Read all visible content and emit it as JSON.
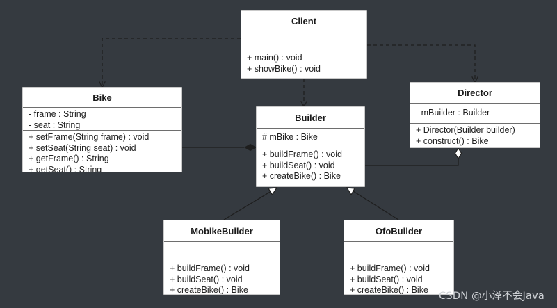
{
  "classes": {
    "client": {
      "name": "Client",
      "fields": [],
      "methods": [
        "+ main() : void",
        "+ showBike() : void"
      ]
    },
    "bike": {
      "name": "Bike",
      "fields": [
        "- frame : String",
        "- seat : String"
      ],
      "methods": [
        "+ setFrame(String frame) : void",
        "+ setSeat(String seat) : void",
        "+ getFrame() : String",
        "+ getSeat() : String"
      ]
    },
    "builder": {
      "name": "Builder",
      "fields": [
        "# mBike : Bike"
      ],
      "methods": [
        "+ buildFrame() : void",
        "+ buildSeat() : void",
        "+ createBike() : Bike"
      ]
    },
    "director": {
      "name": "Director",
      "fields": [
        "- mBuilder : Builder"
      ],
      "methods": [
        "+ Director(Builder builder)",
        "+ construct() : Bike"
      ]
    },
    "mobike": {
      "name": "MobikeBuilder",
      "fields": [],
      "methods": [
        "+ buildFrame() : void",
        "+ buildSeat() : void",
        "+ createBike() : Bike"
      ]
    },
    "ofo": {
      "name": "OfoBuilder",
      "fields": [],
      "methods": [
        "+ buildFrame() : void",
        "+ buildSeat() : void",
        "+ createBike() : Bike"
      ]
    }
  },
  "relations": [
    {
      "type": "dependency",
      "from": "client",
      "to": "bike"
    },
    {
      "type": "dependency",
      "from": "client",
      "to": "builder"
    },
    {
      "type": "dependency",
      "from": "client",
      "to": "director"
    },
    {
      "type": "composition",
      "from": "builder",
      "to": "bike"
    },
    {
      "type": "aggregation",
      "from": "director",
      "to": "builder"
    },
    {
      "type": "inheritance",
      "from": "mobike",
      "to": "builder"
    },
    {
      "type": "inheritance",
      "from": "ofo",
      "to": "builder"
    }
  ],
  "colors": {
    "background": "#353a40",
    "line": "#1e1e1e",
    "box": "#ffffff"
  },
  "watermark": "CSDN @小泽不会Java"
}
